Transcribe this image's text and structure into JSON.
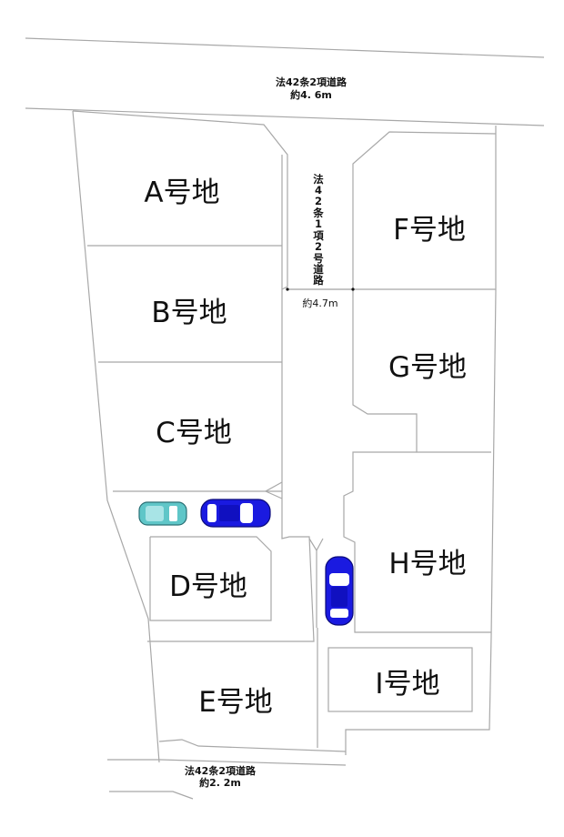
{
  "diagram": {
    "type": "site-lot-plan",
    "roads": {
      "north": {
        "line1": "法42条2項道路",
        "line2": "約4. 6m"
      },
      "center": {
        "vertical_label": [
          "法",
          "4",
          "2",
          "条",
          "1",
          "項",
          "2",
          "号",
          "道",
          "路"
        ],
        "width": "約4.7m"
      },
      "south": {
        "line1": "法42条2項道路",
        "line2": "約2. 2m"
      }
    },
    "lots": [
      {
        "id": "A",
        "label": "A号地"
      },
      {
        "id": "B",
        "label": "B号地"
      },
      {
        "id": "C",
        "label": "C号地"
      },
      {
        "id": "D",
        "label": "D号地"
      },
      {
        "id": "E",
        "label": "E号地"
      },
      {
        "id": "F",
        "label": "F号地"
      },
      {
        "id": "G",
        "label": "G号地"
      },
      {
        "id": "H",
        "label": "H号地"
      },
      {
        "id": "I",
        "label": "I号地"
      }
    ],
    "cars": [
      {
        "name": "compact-car",
        "color": "#5fc6c8",
        "orientation": "horizontal"
      },
      {
        "name": "sedan-car-c",
        "color": "#1a1ae0",
        "orientation": "horizontal"
      },
      {
        "name": "sedan-car-h",
        "color": "#1a1ae0",
        "orientation": "vertical"
      }
    ],
    "colors": {
      "line": "#a8a8a8",
      "text": "#111111",
      "car_blue": "#1a1ae0",
      "car_teal": "#5fc6c8"
    }
  }
}
